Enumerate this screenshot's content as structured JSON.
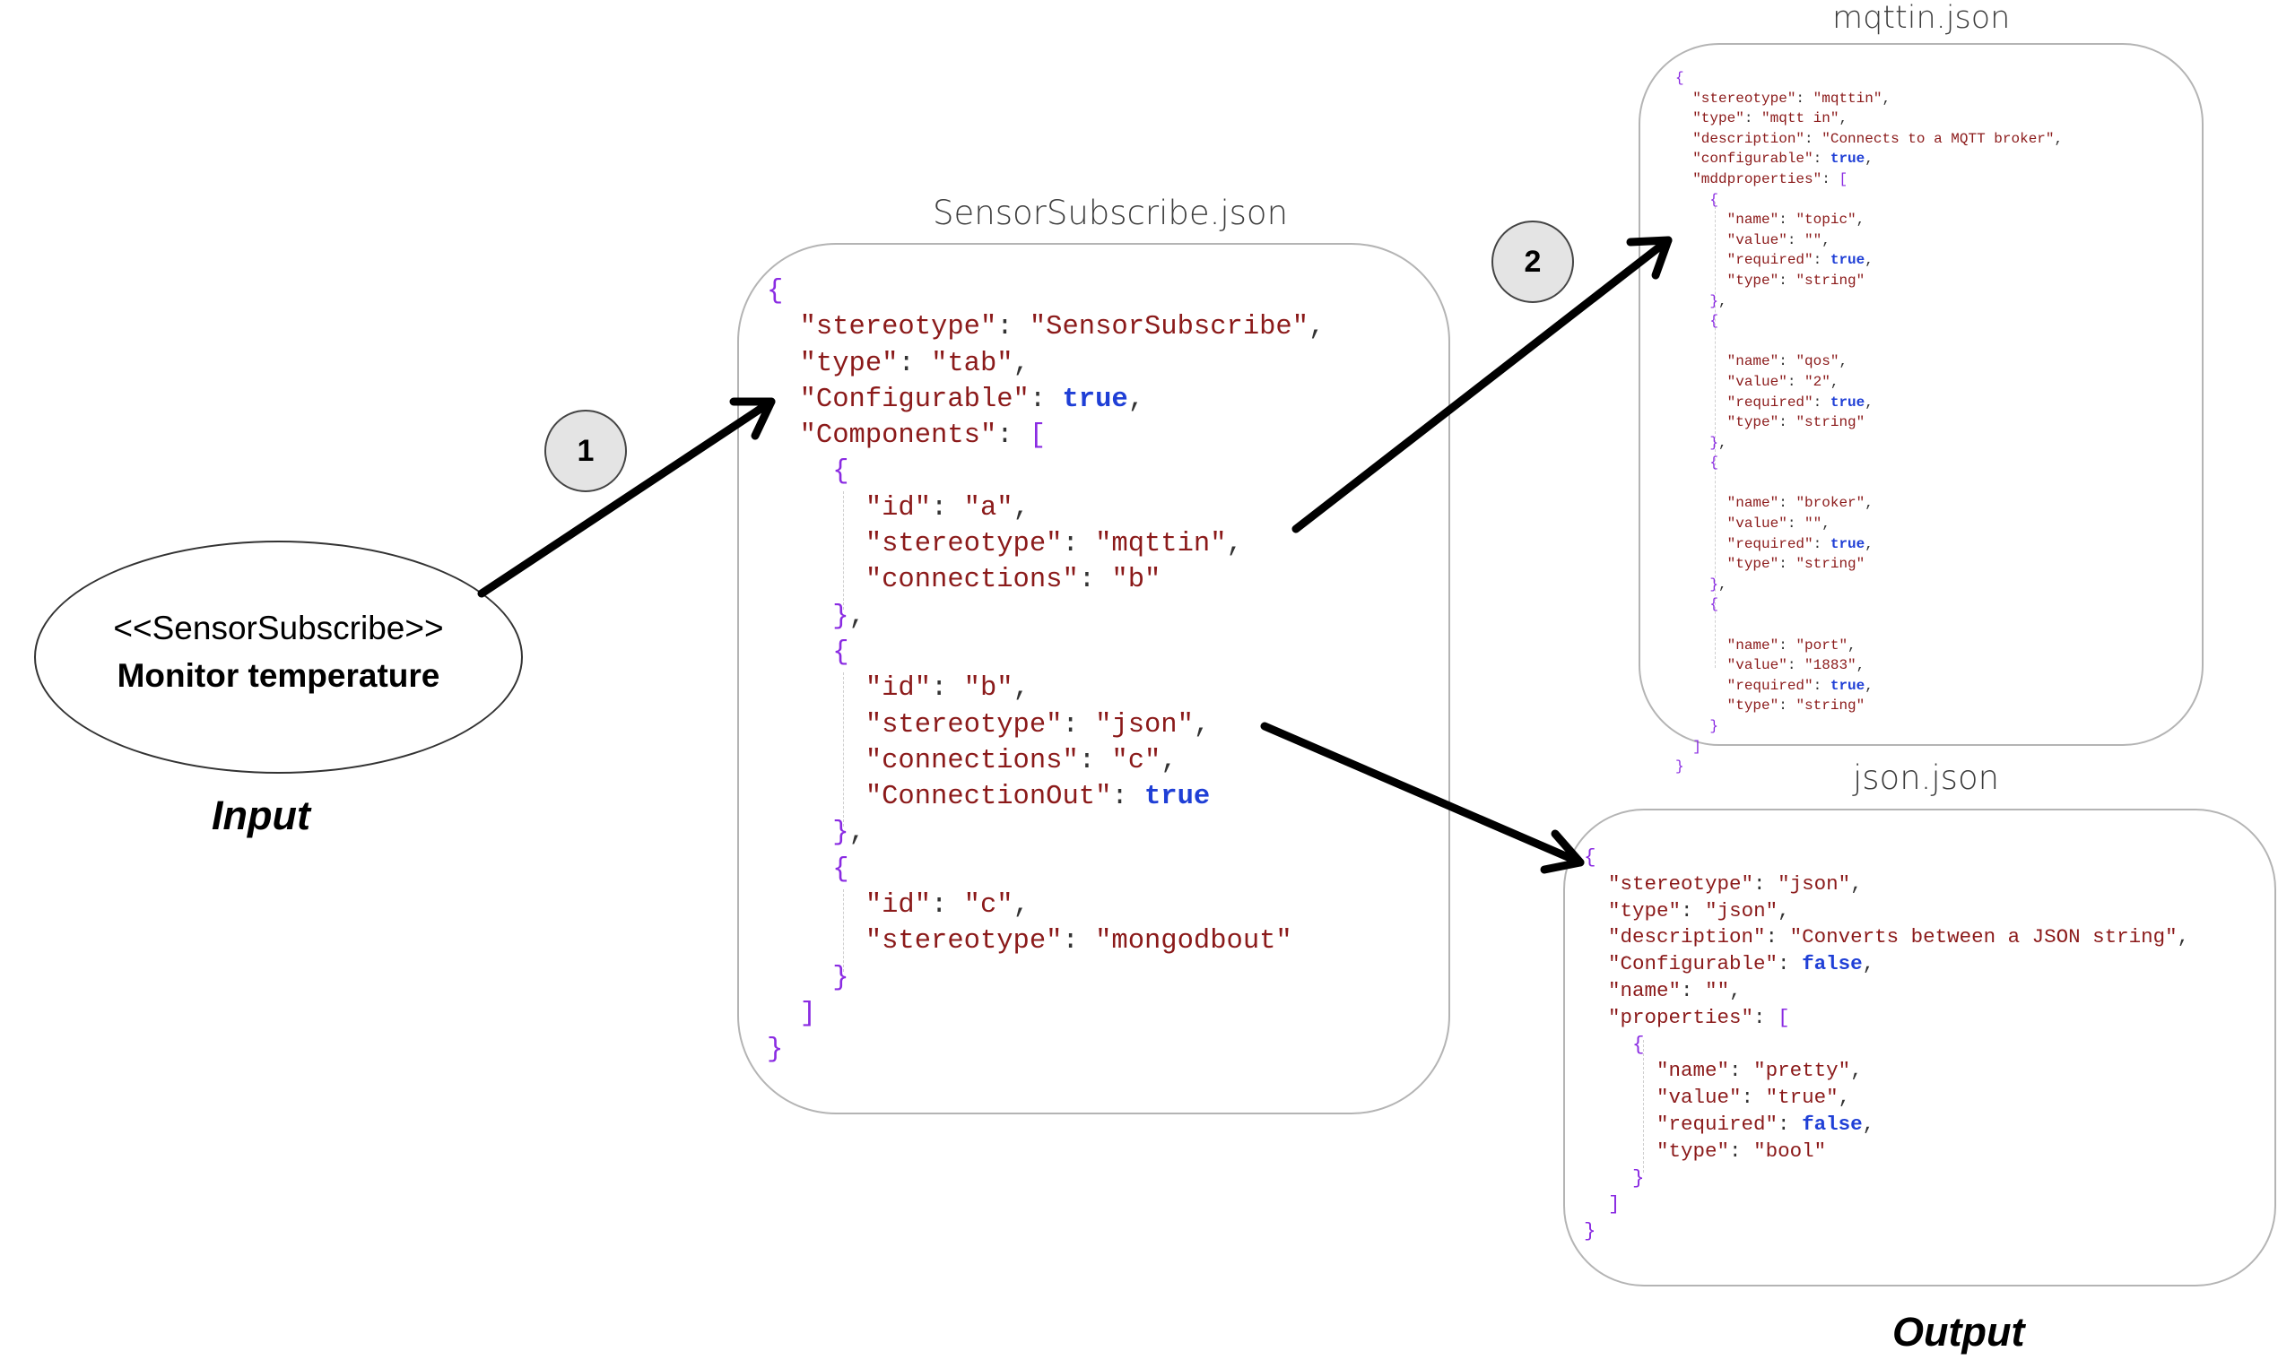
{
  "diagram": {
    "input": {
      "stereotype": "<<SensorSubscribe>>",
      "name": "Monitor temperature",
      "label": "Input"
    },
    "output_label": "Output",
    "steps": [
      "1",
      "2"
    ],
    "files": {
      "main": {
        "title": "SensorSubscribe.json",
        "lines": [
          "{",
          "  \"stereotype\": \"SensorSubscribe\",",
          "  \"type\": \"tab\",",
          "  \"Configurable\": true,",
          "  \"Components\": [",
          "    {",
          "      \"id\": \"a\",",
          "      \"stereotype\": \"mqttin\",",
          "      \"connections\": \"b\"",
          "    },",
          "    {",
          "      \"id\": \"b\",",
          "      \"stereotype\": \"json\",",
          "      \"connections\": \"c\",",
          "      \"ConnectionOut\": true",
          "    },",
          "    {",
          "      \"id\": \"c\",",
          "      \"stereotype\": \"mongodbout\"",
          "    }",
          "  ]",
          "}"
        ]
      },
      "mqttin": {
        "title": "mqttin.json",
        "lines": [
          "{",
          "  \"stereotype\": \"mqttin\",",
          "  \"type\": \"mqtt in\",",
          "  \"description\": \"Connects to a MQTT broker\",",
          "  \"configurable\": true,",
          "  \"mddproperties\": [",
          "    {",
          "      \"name\": \"topic\",",
          "      \"value\": \"\",",
          "      \"required\": true,",
          "      \"type\": \"string\"",
          "    },",
          "    {",
          "",
          "      \"name\": \"qos\",",
          "      \"value\": \"2\",",
          "      \"required\": true,",
          "      \"type\": \"string\"",
          "    },",
          "    {",
          "",
          "      \"name\": \"broker\",",
          "      \"value\": \"\",",
          "      \"required\": true,",
          "      \"type\": \"string\"",
          "    },",
          "    {",
          "",
          "      \"name\": \"port\",",
          "      \"value\": \"1883\",",
          "      \"required\": true,",
          "      \"type\": \"string\"",
          "    }",
          "  ]",
          "}"
        ]
      },
      "json": {
        "title": "json.json",
        "lines": [
          "{",
          "  \"stereotype\": \"json\",",
          "  \"type\": \"json\",",
          "  \"description\": \"Converts between a JSON string\",",
          "  \"Configurable\": false,",
          "  \"name\": \"\",",
          "  \"properties\": [",
          "    {",
          "      \"name\": \"pretty\",",
          "      \"value\": \"true\",",
          "      \"required\": false,",
          "      \"type\": \"bool\"",
          "    }",
          "  ]",
          "}"
        ]
      }
    }
  }
}
